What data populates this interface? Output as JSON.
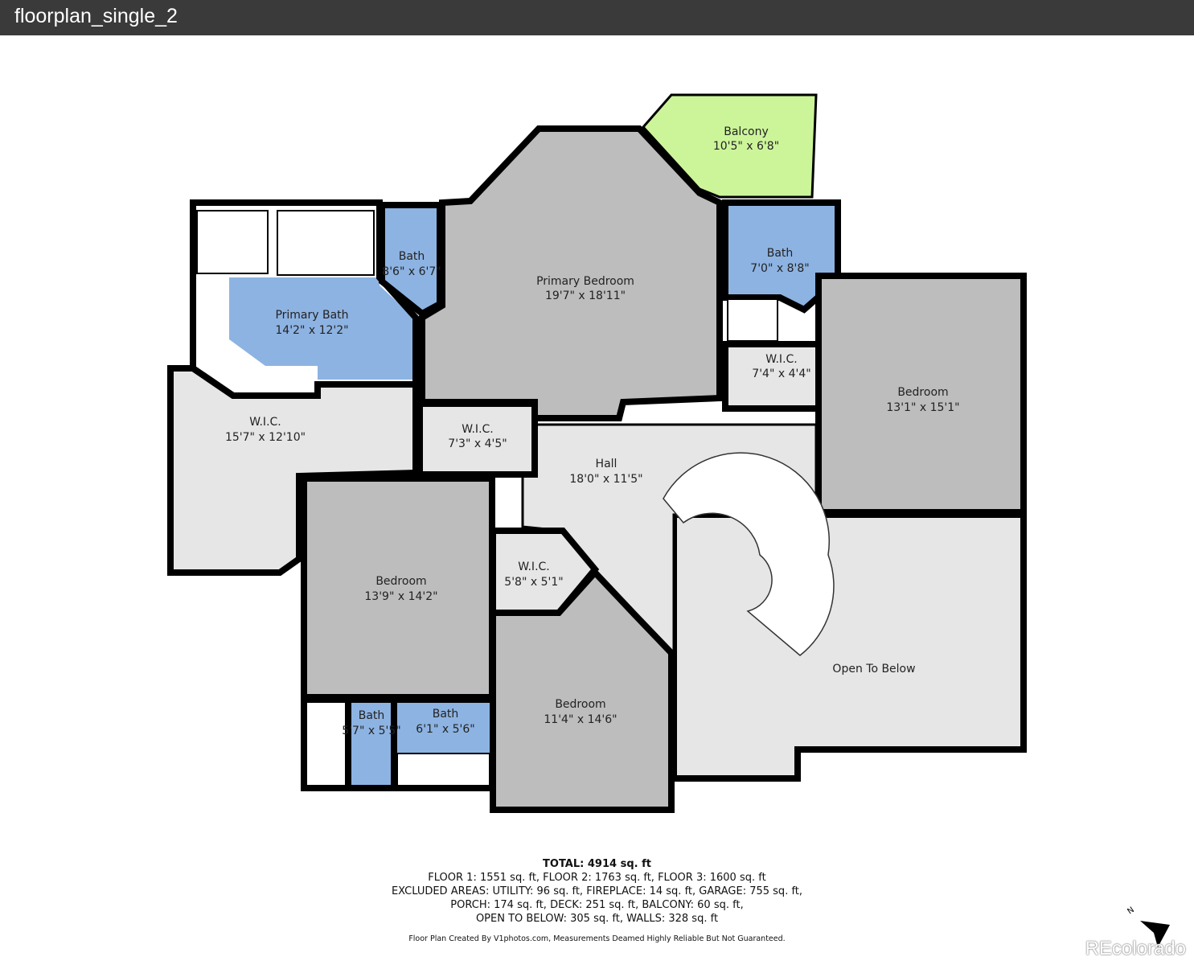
{
  "window": {
    "title": "floorplan_single_2"
  },
  "rooms": [
    {
      "name": "Balcony",
      "dims": "10'5\" x 6'8\"",
      "type": "balcony"
    },
    {
      "name": "Primary Bedroom",
      "dims": "19'7\" x 18'11\"",
      "type": "bedroom"
    },
    {
      "name": "Bath",
      "dims": "8'6\" x 6'7\"",
      "type": "bath"
    },
    {
      "name": "Primary Bath",
      "dims": "14'2\" x 12'2\"",
      "type": "bath"
    },
    {
      "name": "Bath",
      "dims": "7'0\" x 8'8\"",
      "type": "bath"
    },
    {
      "name": "W.I.C.",
      "dims": "7'4\" x 4'4\"",
      "type": "closet"
    },
    {
      "name": "Bedroom",
      "dims": "13'1\" x 15'1\"",
      "type": "bedroom"
    },
    {
      "name": "W.I.C.",
      "dims": "15'7\" x 12'10\"",
      "type": "closet"
    },
    {
      "name": "W.I.C.",
      "dims": "7'3\" x 4'5\"",
      "type": "closet"
    },
    {
      "name": "Hall",
      "dims": "18'0\" x 11'5\"",
      "type": "hall"
    },
    {
      "name": "Bedroom",
      "dims": "13'9\" x 14'2\"",
      "type": "bedroom"
    },
    {
      "name": "W.I.C.",
      "dims": "5'8\" x 5'1\"",
      "type": "closet"
    },
    {
      "name": "Open To Below",
      "dims": "",
      "type": "open"
    },
    {
      "name": "Bedroom",
      "dims": "11'4\" x 14'6\"",
      "type": "bedroom"
    },
    {
      "name": "Bath",
      "dims": "5'7\" x 5'5\"",
      "type": "bath"
    },
    {
      "name": "Bath",
      "dims": "6'1\" x 5'6\"",
      "type": "bath"
    }
  ],
  "colors": {
    "bedroom": "#bdbdbd",
    "bath": "#8db3e2",
    "closet": "#e6e6e6",
    "hall": "#e6e6e6",
    "balcony": "#ccf59a",
    "wall": "#000000"
  },
  "summary": {
    "total": "TOTAL: 4914 sq. ft",
    "floors": "FLOOR 1: 1551 sq. ft, FLOOR 2: 1763 sq. ft, FLOOR 3: 1600 sq. ft",
    "excluded_1": "EXCLUDED AREAS: UTILITY: 96 sq. ft, FIREPLACE: 14 sq. ft, GARAGE: 755 sq. ft,",
    "excluded_2": "PORCH: 174 sq. ft, DECK: 251 sq. ft, BALCONY: 60 sq. ft,",
    "excluded_3": "OPEN TO BELOW: 305 sq. ft, WALLS: 328 sq. ft",
    "credit": "Floor Plan Created By V1photos.com, Measurements Deamed Highly Reliable But Not Guaranteed."
  },
  "compass": {
    "label": "N",
    "icon": "north-arrow-icon"
  },
  "watermark": "REcolorado"
}
